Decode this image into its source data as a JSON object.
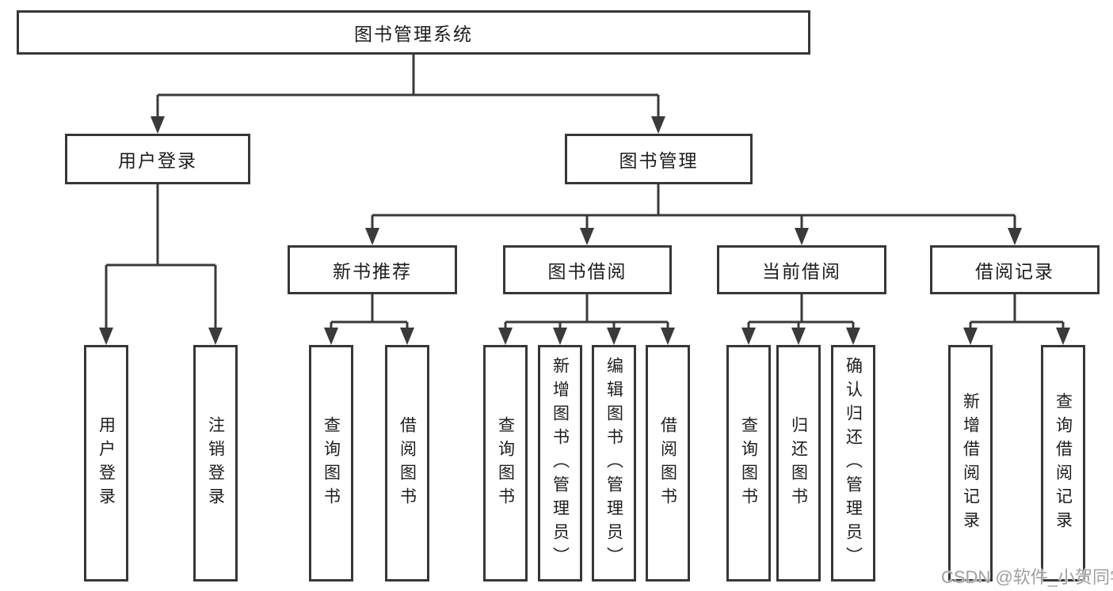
{
  "diagram": {
    "title": "图书管理系统",
    "root": {
      "label": "图书管理系统"
    },
    "level2": {
      "user_login": {
        "label": "用户登录"
      },
      "book_management": {
        "label": "图书管理"
      }
    },
    "level3": {
      "new_book_recommend": {
        "label": "新书推荐"
      },
      "book_borrow": {
        "label": "图书借阅"
      },
      "current_borrow": {
        "label": "当前借阅"
      },
      "borrow_records": {
        "label": "借阅记录"
      }
    },
    "leaves": {
      "user_login_leaf": {
        "label": "用户登录",
        "parent": "用户登录"
      },
      "logout": {
        "label": "注销登录",
        "parent": "用户登录"
      },
      "query_book_recommend": {
        "label": "查询图书",
        "parent": "新书推荐"
      },
      "borrow_book_recommend": {
        "label": "借阅图书",
        "parent": "新书推荐"
      },
      "query_book_borrow": {
        "label": "查询图书",
        "parent": "图书借阅"
      },
      "add_book_admin": {
        "label": "新增图书（管理员）",
        "parent": "图书借阅"
      },
      "edit_book_admin": {
        "label": "编辑图书（管理员）",
        "parent": "图书借阅"
      },
      "borrow_book": {
        "label": "借阅图书",
        "parent": "图书借阅"
      },
      "query_book_current": {
        "label": "查询图书",
        "parent": "当前借阅"
      },
      "return_book": {
        "label": "归还图书",
        "parent": "当前借阅"
      },
      "confirm_return_admin": {
        "label": "确认归还（管理员）",
        "parent": "当前借阅"
      },
      "add_borrow_record": {
        "label": "新增借阅记录",
        "parent": "借阅记录"
      },
      "query_borrow_record": {
        "label": "查询借阅记录",
        "parent": "借阅记录"
      }
    }
  },
  "watermark": {
    "text": "CSDN @软件_小贺同学"
  },
  "colors": {
    "line": "#3a3a3a",
    "box_border": "#373737",
    "text": "#1d1d1d",
    "watermark": "#a0a0a0",
    "background": "#ffffff"
  }
}
